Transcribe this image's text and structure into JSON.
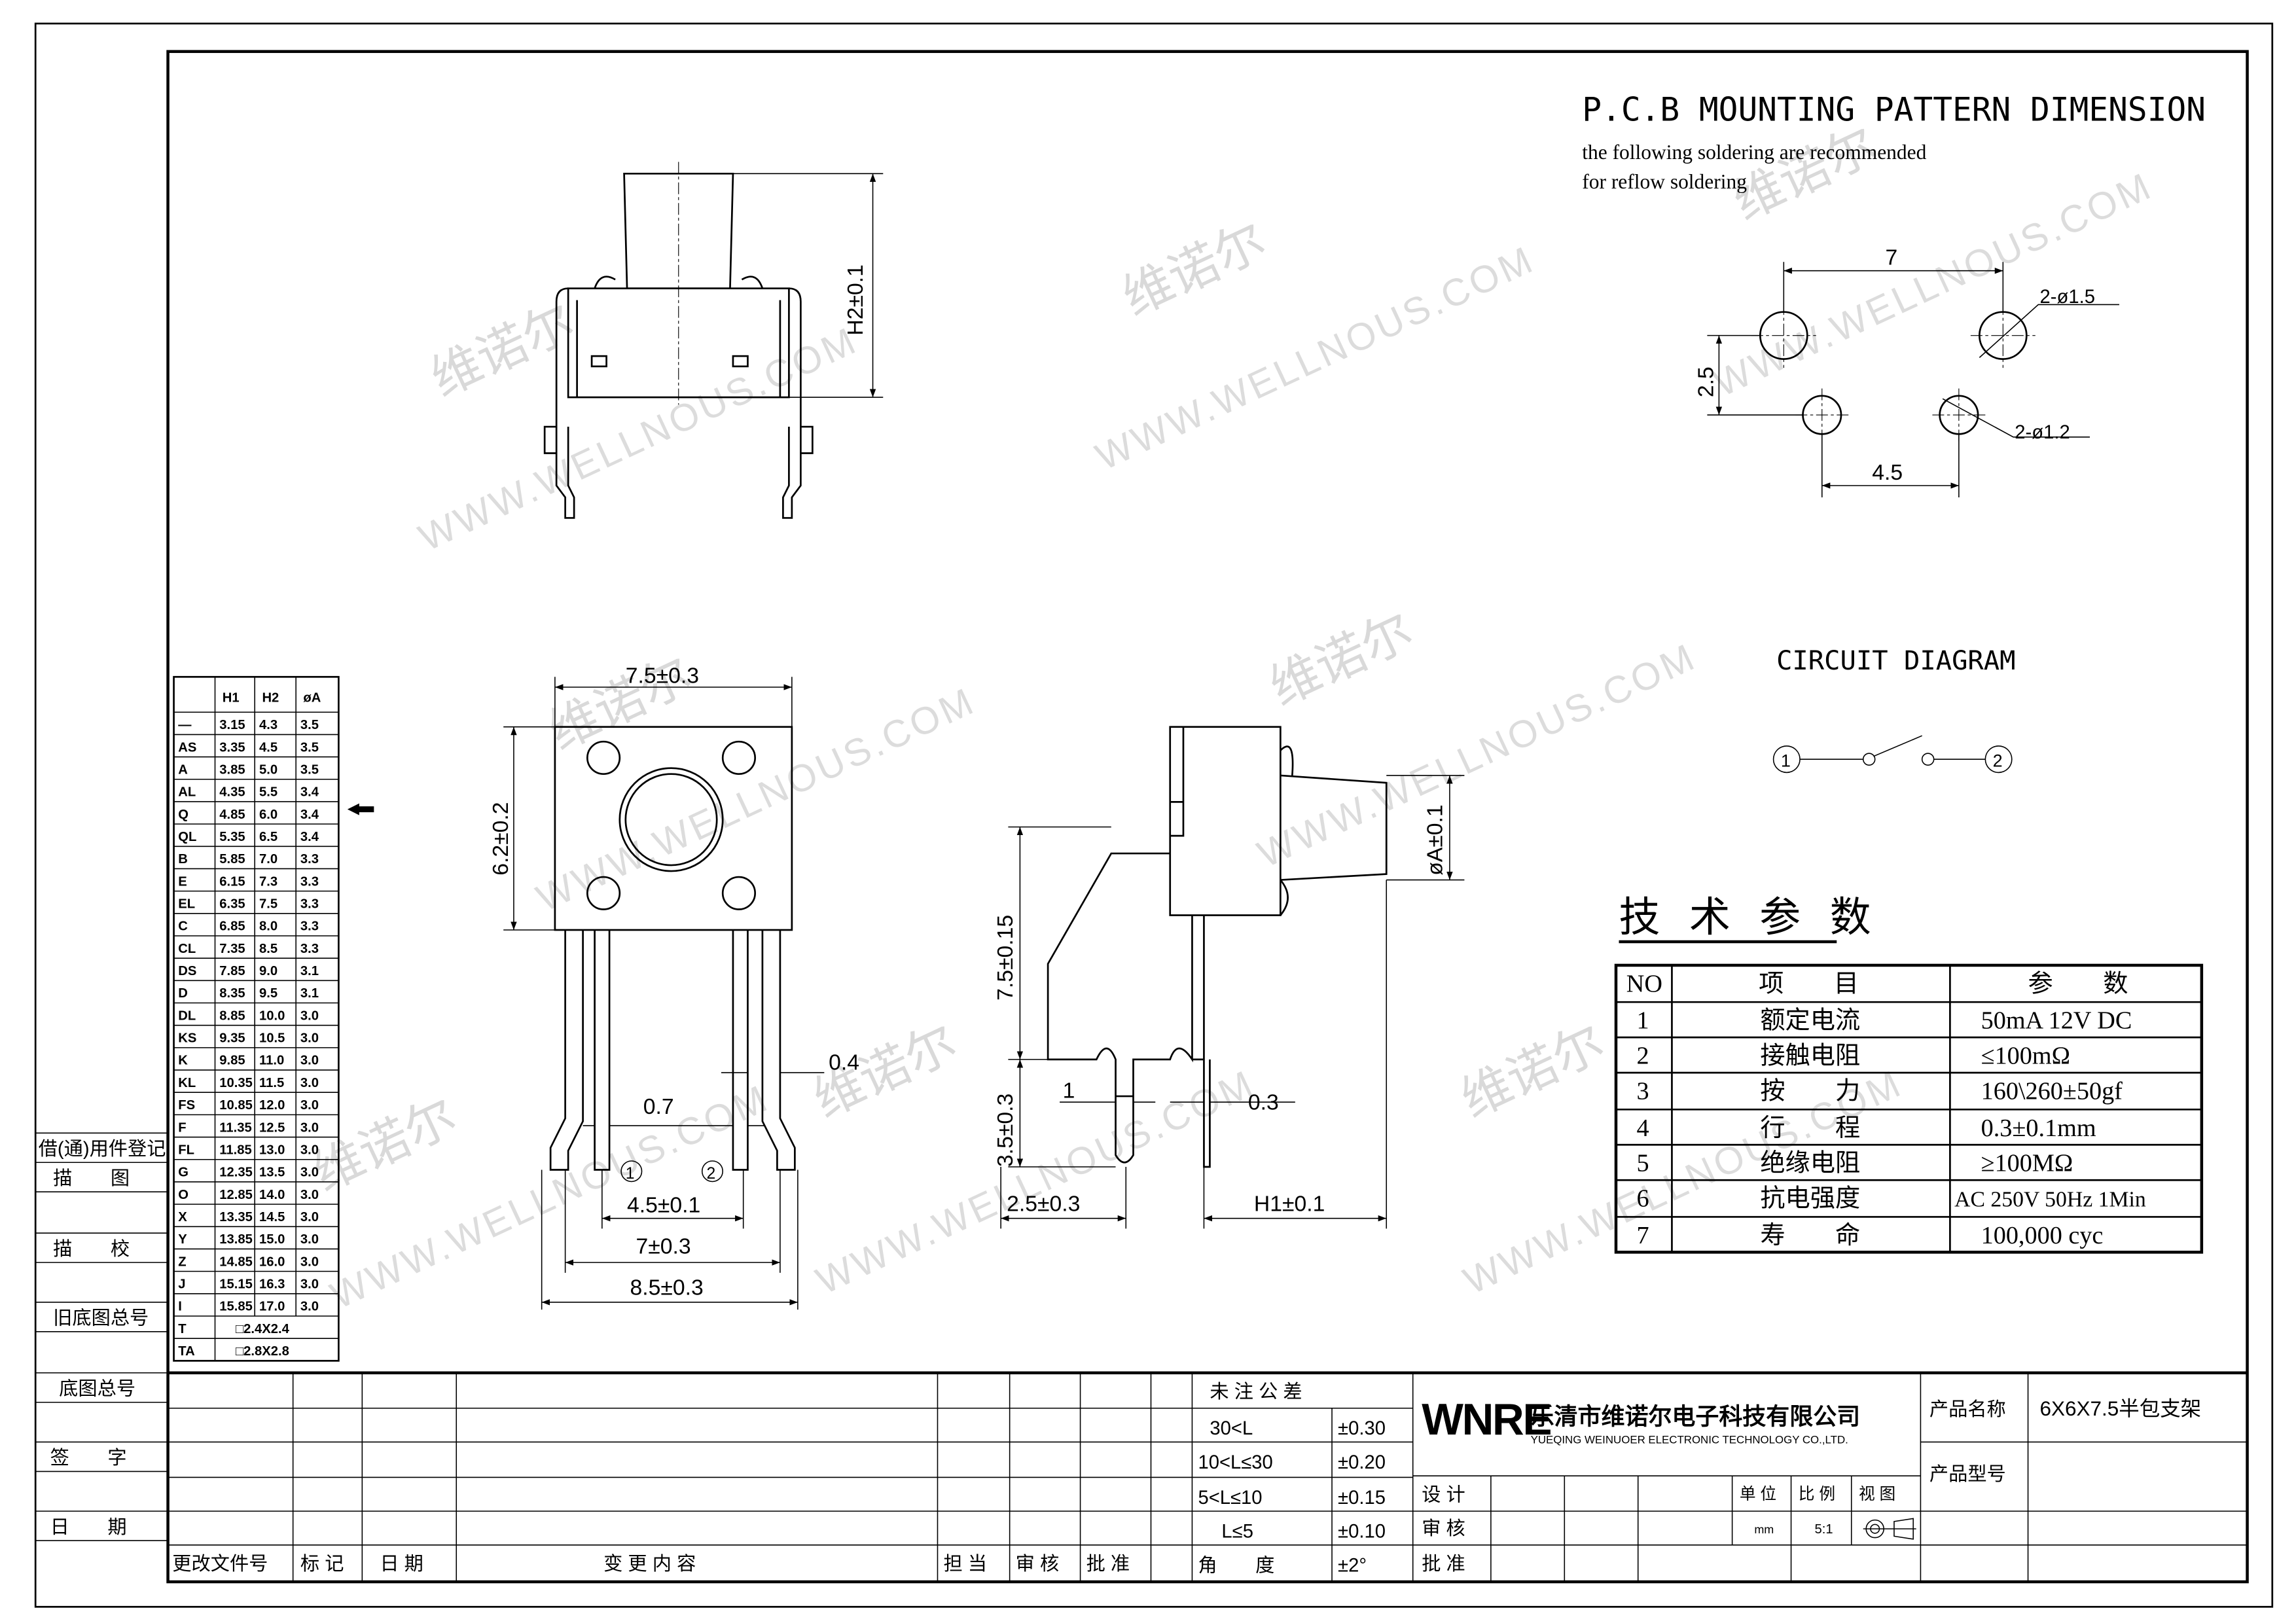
{
  "watermark": {
    "cn": "维诺尔",
    "url": "WWW.WELLNOUS.COM"
  },
  "pcb": {
    "title": "P.C.B MOUNTING PATTERN DIMENSION",
    "subtitle_1": "the following soldering are recommended",
    "subtitle_2": "for reflow soldering",
    "dim_7": "7",
    "dim_25": "2.5",
    "dim_45": "4.5",
    "hole_large": "2-ø1.5",
    "hole_small": "2-ø1.2"
  },
  "circuit": {
    "title": "CIRCUIT DIAGRAM",
    "pin1": "1",
    "pin2": "2"
  },
  "views": {
    "h2": "H2±0.1",
    "width": "7.5±0.3",
    "height": "6.2±0.2",
    "pin_04": "0.4",
    "pin_07": "0.7",
    "pitch_45": "4.5±0.1",
    "pitch_7": "7±0.3",
    "overall_85": "8.5±0.3",
    "pin1": "1",
    "pin2": "2",
    "side_75": "7.5±0.15",
    "side_35": "3.5±0.3",
    "side_phiA": "øA±0.1",
    "side_1": "1",
    "side_03": "0.3",
    "side_25": "2.5±0.3",
    "side_h1": "H1±0.1"
  },
  "variants": {
    "headers": [
      "",
      "H1",
      "H2",
      "øA"
    ],
    "rows": [
      [
        "—",
        "3.15",
        "4.3",
        "3.5"
      ],
      [
        "AS",
        "3.35",
        "4.5",
        "3.5"
      ],
      [
        "A",
        "3.85",
        "5.0",
        "3.5"
      ],
      [
        "AL",
        "4.35",
        "5.5",
        "3.4"
      ],
      [
        "Q",
        "4.85",
        "6.0",
        "3.4"
      ],
      [
        "QL",
        "5.35",
        "6.5",
        "3.4"
      ],
      [
        "B",
        "5.85",
        "7.0",
        "3.3"
      ],
      [
        "E",
        "6.15",
        "7.3",
        "3.3"
      ],
      [
        "EL",
        "6.35",
        "7.5",
        "3.3"
      ],
      [
        "C",
        "6.85",
        "8.0",
        "3.3"
      ],
      [
        "CL",
        "7.35",
        "8.5",
        "3.3"
      ],
      [
        "DS",
        "7.85",
        "9.0",
        "3.1"
      ],
      [
        "D",
        "8.35",
        "9.5",
        "3.1"
      ],
      [
        "DL",
        "8.85",
        "10.0",
        "3.0"
      ],
      [
        "KS",
        "9.35",
        "10.5",
        "3.0"
      ],
      [
        "K",
        "9.85",
        "11.0",
        "3.0"
      ],
      [
        "KL",
        "10.35",
        "11.5",
        "3.0"
      ],
      [
        "FS",
        "10.85",
        "12.0",
        "3.0"
      ],
      [
        "F",
        "11.35",
        "12.5",
        "3.0"
      ],
      [
        "FL",
        "11.85",
        "13.0",
        "3.0"
      ],
      [
        "G",
        "12.35",
        "13.5",
        "3.0"
      ],
      [
        "O",
        "12.85",
        "14.0",
        "3.0"
      ],
      [
        "X",
        "13.35",
        "14.5",
        "3.0"
      ],
      [
        "Y",
        "13.85",
        "15.0",
        "3.0"
      ],
      [
        "Z",
        "14.85",
        "16.0",
        "3.0"
      ],
      [
        "J",
        "15.15",
        "16.3",
        "3.0"
      ],
      [
        "I",
        "15.85",
        "17.0",
        "3.0"
      ]
    ],
    "special": [
      [
        "T",
        "□2.4X2.4"
      ],
      [
        "TA",
        "□2.8X2.8"
      ]
    ],
    "selected": "Q"
  },
  "specs": {
    "title": "技 术 参 数",
    "headers": [
      "NO",
      "项　　目",
      "参　　数"
    ],
    "rows": [
      [
        "1",
        "额定电流",
        "50mA 12V DC"
      ],
      [
        "2",
        "接触电阻",
        "≤100mΩ"
      ],
      [
        "3",
        "按　　力",
        "160\\260±50gf"
      ],
      [
        "4",
        "行　　程",
        "0.3±0.1mm"
      ],
      [
        "5",
        "绝缘电阻",
        "≥100MΩ"
      ],
      [
        "6",
        "抗电强度",
        "AC 250V 50Hz 1Min"
      ],
      [
        "7",
        "寿　　命",
        "100,000 cyc"
      ]
    ]
  },
  "left_strip": {
    "reg": "借(通)用件登记",
    "trace": "描　　图",
    "check": "描　　校",
    "old_no": "旧底图总号",
    "base_no": "底图总号",
    "sign": "签　　字",
    "date": "日　　期"
  },
  "title_block": {
    "change_no": "更改文件号",
    "mark": "标 记",
    "date": "日 期",
    "content": "变 更 内 容",
    "owner": "担 当",
    "review": "审 核",
    "approve": "批 准",
    "tol_header": "未 注 公 差",
    "tol": [
      [
        "30<L",
        "±0.30"
      ],
      [
        "10<L≤30",
        "±0.20"
      ],
      [
        "5<L≤10",
        "±0.15"
      ],
      [
        "L≤5",
        "±0.10"
      ],
      [
        "角　　度",
        "±2°"
      ]
    ],
    "design": "设 计",
    "check": "审 核",
    "approve2": "批 准",
    "unit_label": "单 位",
    "scale_label": "比 例",
    "view_label": "视 图",
    "unit": "mm",
    "scale": "5:1",
    "logo": "WNRE",
    "company_cn": "乐清市维诺尔电子科技有限公司",
    "company_en": "YUEQING WEINUOER ELECTRONIC TECHNOLOGY CO.,LTD.",
    "product_name_label": "产品名称",
    "product_name": "6X6X7.5半包支架",
    "product_model_label": "产品型号"
  }
}
